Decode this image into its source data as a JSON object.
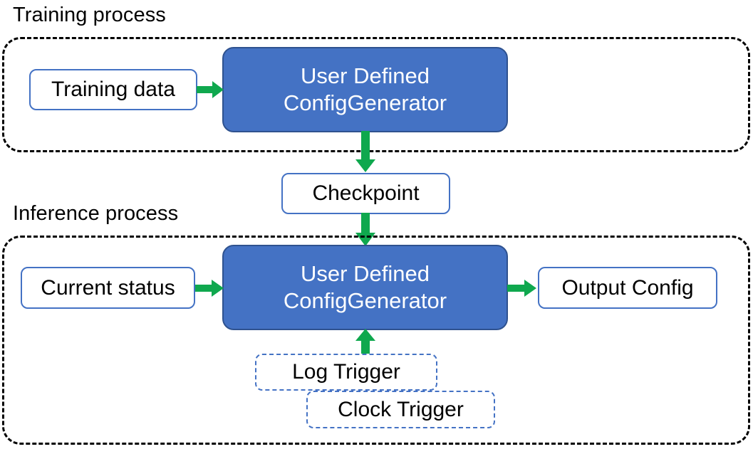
{
  "diagram": {
    "title_training": "Training process",
    "title_inference": "Inference process",
    "colors": {
      "node_fill_blue": "#4472C4",
      "node_border_blue": "#2F528F",
      "outline_blue": "#4472C4",
      "arrow_green": "#0FA84E",
      "group_border": "#000000",
      "text_dark": "#000000",
      "text_light": "#FFFFFF",
      "background": "#FFFFFF"
    },
    "groups": [
      {
        "id": "training",
        "label": "Training process",
        "style": "dashed-black-rounded"
      },
      {
        "id": "inference",
        "label": "Inference process",
        "style": "dashed-black-rounded"
      }
    ],
    "nodes": {
      "training_data": {
        "label": "Training data",
        "style": "white-blue-outline"
      },
      "train_generator": {
        "line1": "User Defined",
        "line2": "ConfigGenerator",
        "style": "blue-filled"
      },
      "checkpoint": {
        "label": "Checkpoint",
        "style": "white-blue-outline"
      },
      "current_status": {
        "label": "Current status",
        "style": "white-blue-outline"
      },
      "infer_generator": {
        "line1": "User Defined",
        "line2": "ConfigGenerator",
        "style": "blue-filled"
      },
      "output_config": {
        "label": "Output Config",
        "style": "white-blue-outline"
      },
      "log_trigger": {
        "label": "Log Trigger",
        "style": "dashed-blue-outline"
      },
      "clock_trigger": {
        "label": "Clock Trigger",
        "style": "dashed-blue-outline"
      }
    },
    "edges": [
      {
        "id": "e1",
        "from": "training_data",
        "to": "train_generator",
        "direction": "right",
        "color": "#0FA84E"
      },
      {
        "id": "e2",
        "from": "train_generator",
        "to": "checkpoint",
        "direction": "down",
        "color": "#0FA84E"
      },
      {
        "id": "e3",
        "from": "checkpoint",
        "to": "infer_generator",
        "direction": "down",
        "color": "#0FA84E"
      },
      {
        "id": "e4",
        "from": "current_status",
        "to": "infer_generator",
        "direction": "right",
        "color": "#0FA84E"
      },
      {
        "id": "e5",
        "from": "infer_generator",
        "to": "output_config",
        "direction": "right",
        "color": "#0FA84E"
      },
      {
        "id": "e6",
        "from": "log_trigger",
        "to": "infer_generator",
        "direction": "up",
        "color": "#0FA84E"
      }
    ]
  }
}
